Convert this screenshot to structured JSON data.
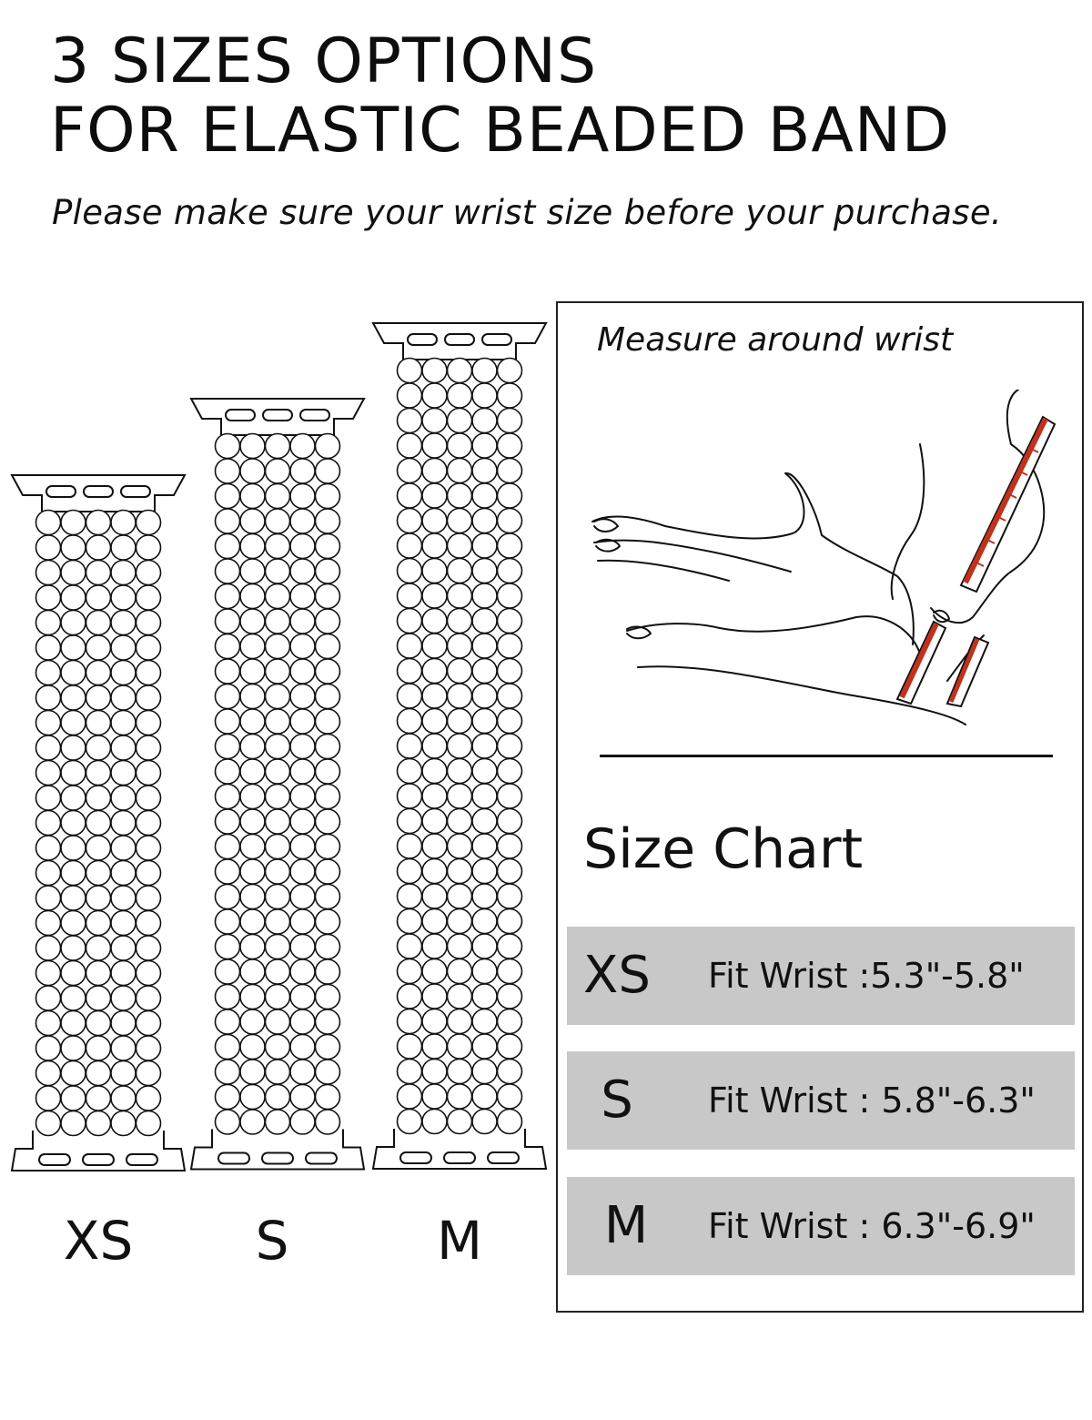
{
  "header": {
    "title_line1": "3 SIZES OPTIONS",
    "title_line2": "FOR ELASTIC BEADED BAND",
    "subtitle": "Please make sure your wrist size before your purchase."
  },
  "bands": [
    {
      "label": "XS"
    },
    {
      "label": "S"
    },
    {
      "label": "M"
    }
  ],
  "panel": {
    "measure_label": "Measure around wrist",
    "chart_heading": "Size Chart",
    "sizes": [
      {
        "code": "XS",
        "fit": "Fit Wrist :5.3\"-5.8\""
      },
      {
        "code": "S",
        "fit": "Fit Wrist : 5.8\"-6.3\""
      },
      {
        "code": "M",
        "fit": "Fit Wrist : 6.3\"-6.9\""
      }
    ]
  },
  "colors": {
    "row_background": "#c8c8c8",
    "tape_red": "#c0321e",
    "outline": "#111111"
  }
}
